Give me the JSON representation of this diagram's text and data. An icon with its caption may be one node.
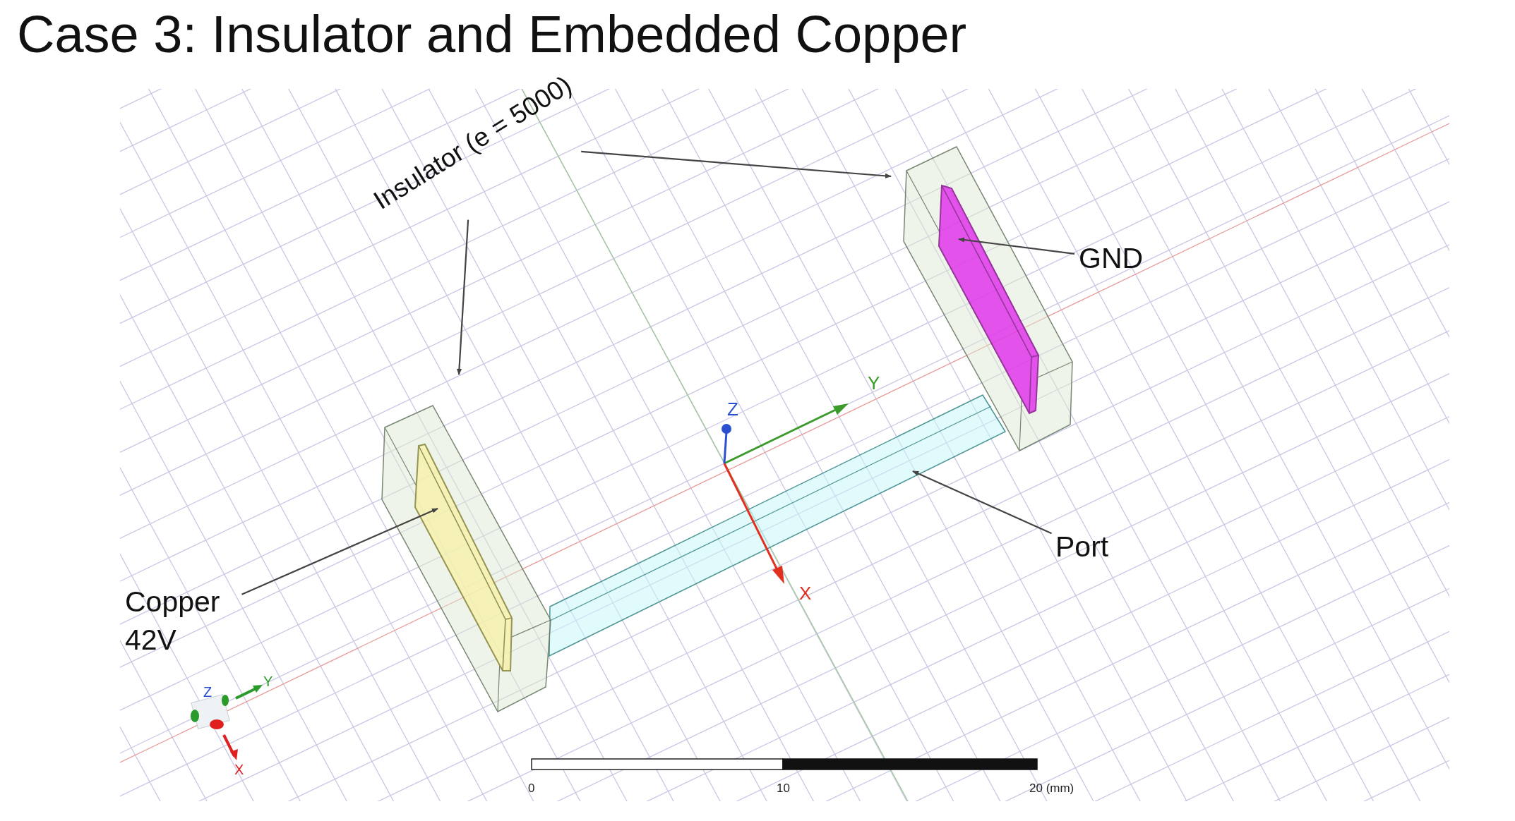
{
  "diagram": {
    "title": "Case 3: Insulator and Embedded Copper",
    "nodes": [
      {
        "text": [
          "Insulator (e = 5000)"
        ]
      },
      {
        "text": [],
        "shape": "box"
      },
      {
        "text": [],
        "shape": "box"
      },
      {
        "text": [],
        "shape": "bar",
        "in": 1
      },
      {
        "text": [
          "GND"
        ]
      },
      {
        "text": [],
        "shape": "bar",
        "in": 2
      },
      {
        "text": [
          "Port"
        ]
      },
      {
        "text": [],
        "shape": "box"
      },
      {
        "text": [
          "Copper 42V"
        ]
      }
    ],
    "edges": [
      {
        "from": 0,
        "to": 2,
        "arrow": "to"
      },
      {
        "from": 0,
        "to": 1,
        "arrow": "to"
      },
      {
        "from": 4,
        "to": 5,
        "arrow": "to"
      },
      {
        "from": 6,
        "to": 7,
        "arrow": "to"
      },
      {
        "from": 8,
        "to": 3,
        "arrow": "to"
      }
    ],
    "labels": [
      "Y",
      "Z",
      "X",
      "Y",
      "Z",
      "X",
      "0",
      "10",
      "20 (mm)"
    ]
  }
}
